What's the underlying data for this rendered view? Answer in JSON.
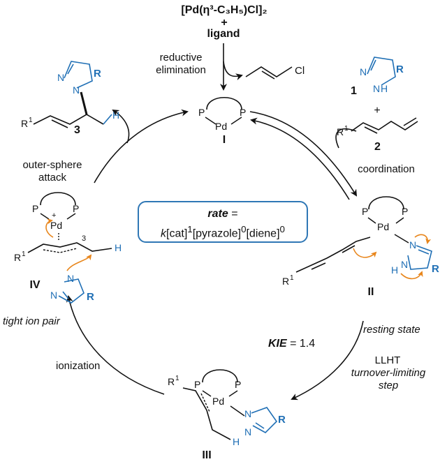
{
  "top": {
    "precatalyst": "[Pd(η³-C₃H₅)Cl]₂",
    "plus": "+",
    "ligand": "ligand"
  },
  "steps": {
    "reductive": "reductive",
    "elimination": "elimination",
    "outer1": "outer-sphere",
    "outer2": "attack",
    "coordination": "coordination",
    "resting": "resting state",
    "kie_label": "KIE",
    "kie_value": " = 1.4",
    "llht": "LLHT",
    "turnover1": "turnover-limiting",
    "turnover2": "step",
    "ionization": "ionization",
    "tight": "tight ion pair"
  },
  "compounds": {
    "I": "I",
    "II": "II",
    "III": "III",
    "IV": "IV",
    "one": "1",
    "two": "2",
    "three": "3"
  },
  "rate": {
    "title": "rate",
    "eq": " =",
    "k": "k",
    "cat": "[cat]",
    "e1": "1",
    "pyr": "[pyrazole]",
    "e0a": "0",
    "diene": "[diene]",
    "e0b": "0"
  },
  "atoms": {
    "P": "P",
    "Pd": "Pd",
    "Cl": "Cl",
    "N": "N",
    "H": "H",
    "R": "R",
    "R1": "R",
    "sup1": "1",
    "plus": "+",
    "three": "3"
  },
  "colors": {
    "blue": "#1f6fb5",
    "orange": "#e8861c",
    "box": "#2f77b5",
    "ink": "#111111"
  }
}
